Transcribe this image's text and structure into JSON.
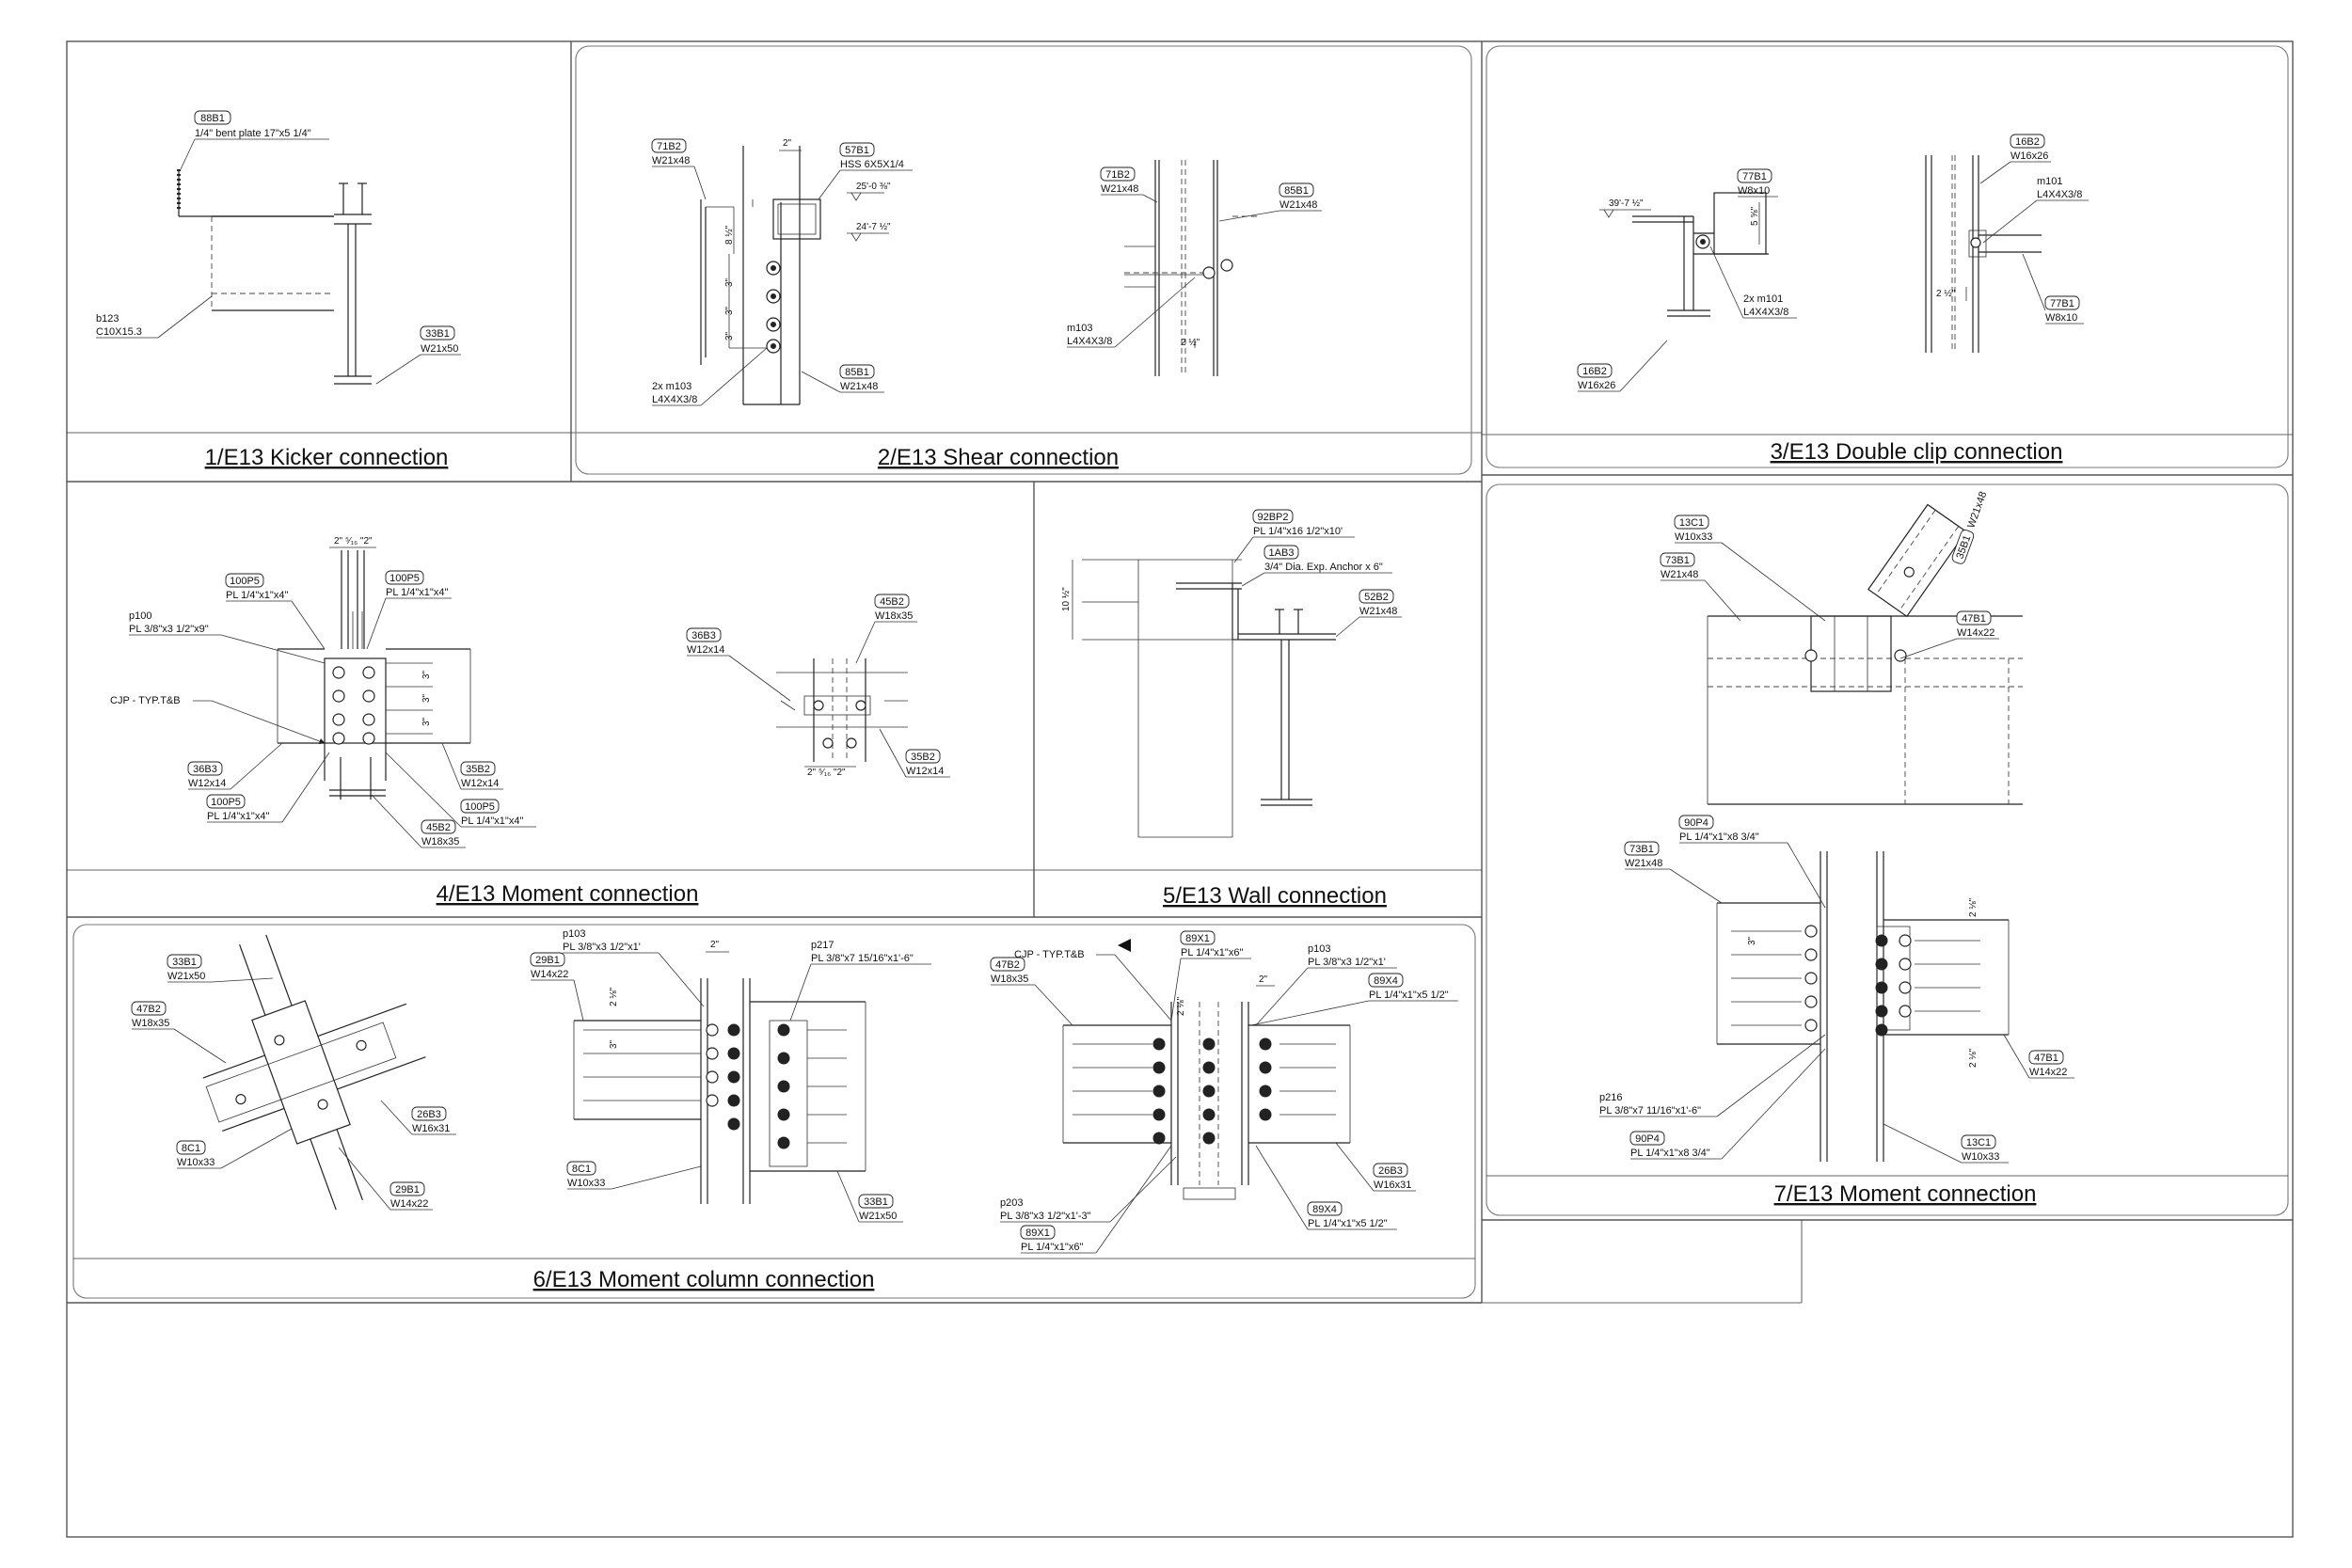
{
  "captions": {
    "d1": "1/E13 Kicker connection",
    "d2": "2/E13 Shear connection",
    "d3": "3/E13 Double clip connection",
    "d4": "4/E13 Moment connection",
    "d5": "5/E13 Wall connection",
    "d6": "6/E13 Moment column connection",
    "d7": "7/E13 Moment connection"
  },
  "d1": {
    "t1": {
      "mark": "88B1",
      "desc": "1/4\" bent plate 17\"x5 1/4\""
    },
    "t2": {
      "mark": "",
      "label": "b123",
      "desc": "C10X15.3"
    },
    "t3": {
      "mark": "33B1",
      "desc": "W21x50"
    }
  },
  "d2": {
    "t1": {
      "mark": "71B2",
      "desc": "W21x48"
    },
    "t2": {
      "mark": "57B1",
      "desc": "HSS 6X5X1/4"
    },
    "t3": {
      "mark": "85B1",
      "desc": "W21x48"
    },
    "t4": {
      "label": "2x m103",
      "desc": "L4X4X3/8"
    },
    "t5": {
      "mark": "71B2",
      "desc": "W21x48"
    },
    "t6": {
      "mark": "85B1",
      "desc": "W21x48"
    },
    "t7": {
      "label": "m103",
      "desc": "L4X4X3/8"
    },
    "elev1": "25'-0 ⅜\"",
    "elev2": "24'-7 ½\"",
    "dims": [
      "2\"",
      "8 ½\"",
      "3\"",
      "3\"",
      "3\"",
      "2 ½\""
    ]
  },
  "d3": {
    "t1": {
      "mark": "77B1",
      "desc": "W8x10"
    },
    "t2": {
      "label": "2x m101",
      "desc": "L4X4X3/8"
    },
    "t3": {
      "mark": "16B2",
      "desc": "W16x26"
    },
    "t4": {
      "mark": "16B2",
      "desc": "W16x26"
    },
    "t5": {
      "label": "m101",
      "desc": "L4X4X3/8"
    },
    "t6": {
      "mark": "77B1",
      "desc": "W8x10"
    },
    "elev": "39'-7 ½\"",
    "dims": [
      "5 ⅝\"",
      "2 ½\""
    ]
  },
  "d4": {
    "t1": {
      "mark": "100P5",
      "desc": "PL 1/4\"x1\"x4\""
    },
    "t2": {
      "mark": "100P5",
      "desc": "PL 1/4\"x1\"x4\""
    },
    "t3": {
      "label": "p100",
      "desc": "PL 3/8\"x3 1/2\"x9\""
    },
    "t4": {
      "label": "CJP - TYP.T&B"
    },
    "t5": {
      "mark": "36B3",
      "desc": "W12x14"
    },
    "t6": {
      "mark": "100P5",
      "desc": "PL 1/4\"x1\"x4\""
    },
    "t7": {
      "mark": "35B2",
      "desc": "W12x14"
    },
    "t8": {
      "mark": "100P5",
      "desc": "PL 1/4\"x1\"x4\""
    },
    "t9": {
      "mark": "45B2",
      "desc": "W18x35"
    },
    "t10": {
      "mark": "36B3",
      "desc": "W12x14"
    },
    "t11": {
      "mark": "45B2",
      "desc": "W18x35"
    },
    "t12": {
      "mark": "35B2",
      "desc": "W12x14"
    },
    "dimtop": "2\" ⁵⁄₁₆ \"2\"",
    "dimbot": "2\" ⁵⁄₁₆ \"2\"",
    "dims": [
      "3\"",
      "3\"",
      "3\""
    ]
  },
  "d5": {
    "t1": {
      "mark": "92BP2",
      "desc": "PL 1/4\"x16 1/2\"x10'"
    },
    "t2": {
      "mark": "1AB3",
      "desc": "3/4\" Dia. Exp. Anchor x 6\""
    },
    "t3": {
      "mark": "52B2",
      "desc": "W21x48"
    },
    "dim": "10 ½\""
  },
  "d6": {
    "t1": {
      "mark": "33B1",
      "desc": "W21x50"
    },
    "t2": {
      "mark": "47B2",
      "desc": "W18x35"
    },
    "t3": {
      "mark": "26B3",
      "desc": "W16x31"
    },
    "t4": {
      "mark": "8C1",
      "desc": "W10x33"
    },
    "t5": {
      "mark": "29B1",
      "desc": "W14x22"
    },
    "t6": {
      "label": "p103",
      "desc": "PL 3/8\"x3 1/2\"x1'"
    },
    "t7": {
      "mark": "29B1",
      "desc": "W14x22"
    },
    "t8": {
      "label": "p217",
      "desc": "PL 3/8\"x7 15/16\"x1'-6\""
    },
    "t9": {
      "mark": "8C1",
      "desc": "W10x33"
    },
    "t10": {
      "mark": "33B1",
      "desc": "W21x50"
    },
    "t11": {
      "mark": "47B2",
      "desc": "W18x35"
    },
    "t12": {
      "label": "CJP - TYP.T&B"
    },
    "t13": {
      "mark": "89X1",
      "desc": "PL 1/4\"x1\"x6\""
    },
    "t14": {
      "label": "p103",
      "desc": "PL 3/8\"x3 1/2\"x1'"
    },
    "t15": {
      "mark": "89X4",
      "desc": "PL 1/4\"x1\"x5 1/2\""
    },
    "t16": {
      "label": "p203",
      "desc": "PL 3/8\"x3 1/2\"x1'-3\""
    },
    "t17": {
      "mark": "89X1",
      "desc": "PL 1/4\"x1\"x6\""
    },
    "t18": {
      "mark": "89X4",
      "desc": "PL 1/4\"x1\"x5 1/2\""
    },
    "t19": {
      "mark": "26B3",
      "desc": "W16x31"
    },
    "dims": [
      "2\"",
      "2 ⅛\"",
      "3\"",
      "2 ⅛\"",
      "2\""
    ]
  },
  "d7": {
    "t1": {
      "mark": "13C1",
      "desc": "W10x33"
    },
    "t2": {
      "mark": "73B1",
      "desc": "W21x48"
    },
    "t3": {
      "mark": "35B1",
      "desc": "W21x48"
    },
    "t4": {
      "mark": "47B1",
      "desc": "W14x22"
    },
    "t5": {
      "mark": "90P4",
      "desc": "PL 1/4\"x1\"x8 3/4\""
    },
    "t6": {
      "mark": "73B1",
      "desc": "W21x48"
    },
    "t7": {
      "mark": "47B1",
      "desc": "W14x22"
    },
    "t8": {
      "label": "p216",
      "desc": "PL 3/8\"x7 11/16\"x1'-6\""
    },
    "t9": {
      "mark": "90P4",
      "desc": "PL 1/4\"x1\"x8 3/4\""
    },
    "t10": {
      "mark": "13C1",
      "desc": "W10x33"
    },
    "dims": [
      "2 ⅛\"",
      "2 ⅛\"",
      "3\""
    ]
  }
}
